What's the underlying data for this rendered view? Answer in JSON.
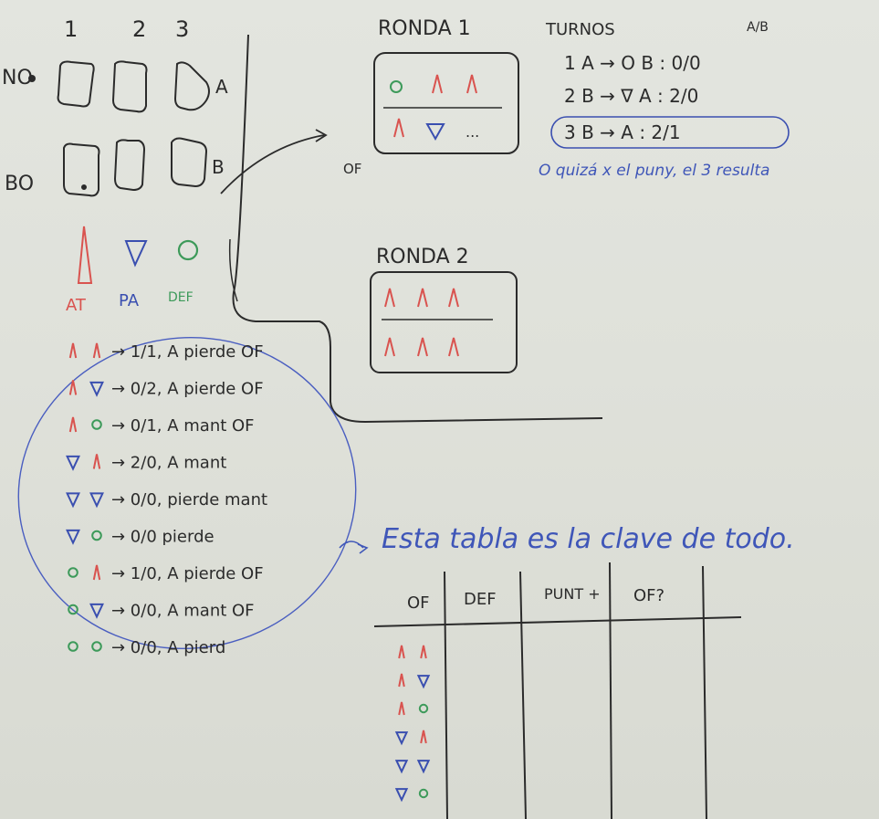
{
  "colors": {
    "ink": "#2b2b2b",
    "attack": "#d9534f",
    "pass": "#3a4fb0",
    "defense": "#3d9a5a",
    "blue_ink": "#3f56b8",
    "paper": "#e1e3dc"
  },
  "columns": {
    "c1": "1",
    "c2": "2",
    "c3": "3"
  },
  "rows": {
    "no": "NO",
    "bo": "BO",
    "a": "A",
    "b": "B"
  },
  "legend": {
    "at": "AT",
    "pa": "PA",
    "def": "DEF"
  },
  "combos": [
    {
      "icons": [
        "attack-icon",
        "attack-icon"
      ],
      "text": "→ 1/1, A pierde OF"
    },
    {
      "icons": [
        "attack-icon",
        "pass-icon"
      ],
      "text": "→ 0/2, A pierde OF"
    },
    {
      "icons": [
        "attack-icon",
        "defense-icon"
      ],
      "text": "→ 0/1, A mant OF"
    },
    {
      "icons": [
        "pass-icon",
        "attack-icon"
      ],
      "text": "→ 2/0, A mant"
    },
    {
      "icons": [
        "pass-icon",
        "pass-icon"
      ],
      "text": "→ 0/0, pierde mant"
    },
    {
      "icons": [
        "pass-icon",
        "defense-icon"
      ],
      "text": "→ 0/0 pierde"
    },
    {
      "icons": [
        "defense-icon",
        "attack-icon"
      ],
      "text": "→ 1/0, A pierde OF"
    },
    {
      "icons": [
        "defense-icon",
        "pass-icon"
      ],
      "text": "→ 0/0, A mant OF"
    },
    {
      "icons": [
        "defense-icon",
        "defense-icon"
      ],
      "text": "→ 0/0, A pierd"
    }
  ],
  "ronda1": {
    "title": "RONDA 1",
    "of_label": "OF",
    "dots": "..."
  },
  "ronda2": {
    "title": "RONDA 2"
  },
  "turnos": {
    "title": "TURNOS",
    "header": "A/B",
    "rows": [
      {
        "text": "1 A → O B : 0/0"
      },
      {
        "text": "2 B → ∇ A : 2/0"
      },
      {
        "text": "3 B → A : 2/1"
      }
    ],
    "note": "O quizá x el puny, el 3 resulta"
  },
  "table_note": "Esta tabla es la clave de todo.",
  "table": {
    "headers": [
      "OF",
      "DEF",
      "PUNT +",
      "OF?"
    ],
    "rows": [
      [
        "attack-icon",
        "attack-icon"
      ],
      [
        "attack-icon",
        "pass-icon"
      ],
      [
        "attack-icon",
        "defense-icon"
      ],
      [
        "pass-icon",
        "attack-icon"
      ],
      [
        "pass-icon",
        "pass-icon"
      ],
      [
        "pass-icon",
        "defense-icon"
      ]
    ]
  }
}
